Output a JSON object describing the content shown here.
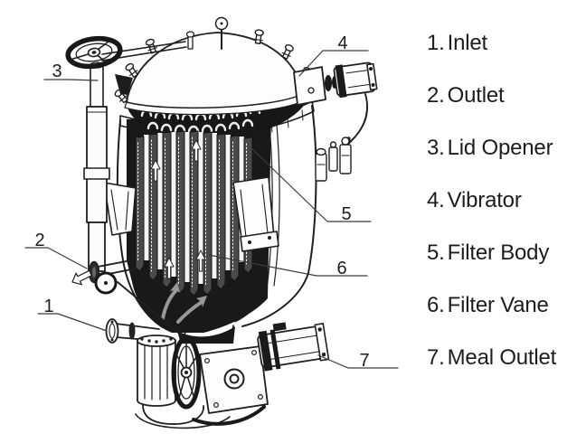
{
  "figure": {
    "subject": "vertical-leaf-filter-cutaway-diagram",
    "background_color": "#ffffff",
    "line_color": "#1f1f1f",
    "dark_fill": "#181818",
    "vane_fill": "#4a4a4a",
    "arrow_gray": "#979797"
  },
  "callouts": [
    {
      "number": "1",
      "part": "inlet"
    },
    {
      "number": "2",
      "part": "outlet"
    },
    {
      "number": "3",
      "part": "lid-opener"
    },
    {
      "number": "4",
      "part": "vibrator"
    },
    {
      "number": "5",
      "part": "filter-body"
    },
    {
      "number": "6",
      "part": "filter-vane"
    },
    {
      "number": "7",
      "part": "meal-outlet"
    }
  ],
  "legend": {
    "items": [
      {
        "number": "1.",
        "label": "Inlet"
      },
      {
        "number": "2.",
        "label": "Outlet"
      },
      {
        "number": "3.",
        "label": "Lid Opener"
      },
      {
        "number": "4.",
        "label": "Vibrator"
      },
      {
        "number": "5.",
        "label": "Filter Body"
      },
      {
        "number": "6.",
        "label": "Filter Vane"
      },
      {
        "number": "7.",
        "label": "Meal Outlet"
      }
    ]
  }
}
